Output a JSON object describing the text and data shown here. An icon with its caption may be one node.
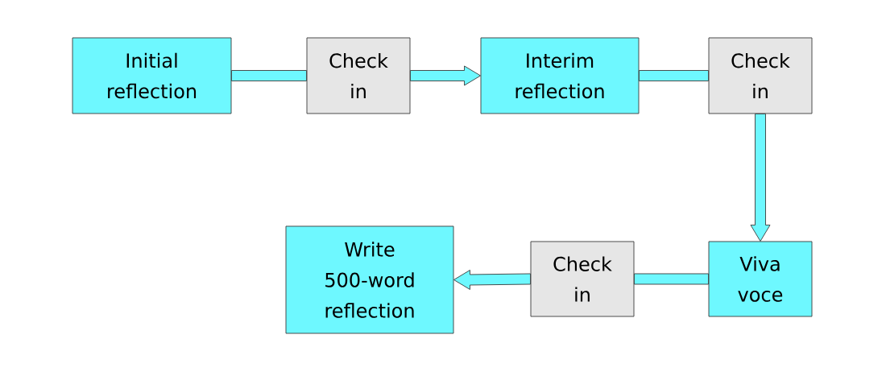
{
  "diagram": {
    "nodes": [
      {
        "text": [
          "Initial reflection"
        ]
      },
      {
        "text": [
          "Check in"
        ]
      },
      {
        "text": [
          "Interim reflection"
        ]
      },
      {
        "text": [
          "Check in"
        ]
      },
      {
        "text": [
          "Viva voce"
        ]
      },
      {
        "text": [
          "Check in"
        ]
      },
      {
        "text": [
          "Write 500-word reflection"
        ]
      }
    ],
    "edges": [
      {
        "from": 0,
        "to": 1,
        "arrow": "none"
      },
      {
        "from": 1,
        "to": 2,
        "arrow": "to"
      },
      {
        "from": 2,
        "to": 3,
        "arrow": "none"
      },
      {
        "from": 3,
        "to": 4,
        "arrow": "to"
      },
      {
        "from": 4,
        "to": 5,
        "arrow": "none"
      },
      {
        "from": 5,
        "to": 6,
        "arrow": "to"
      }
    ]
  }
}
